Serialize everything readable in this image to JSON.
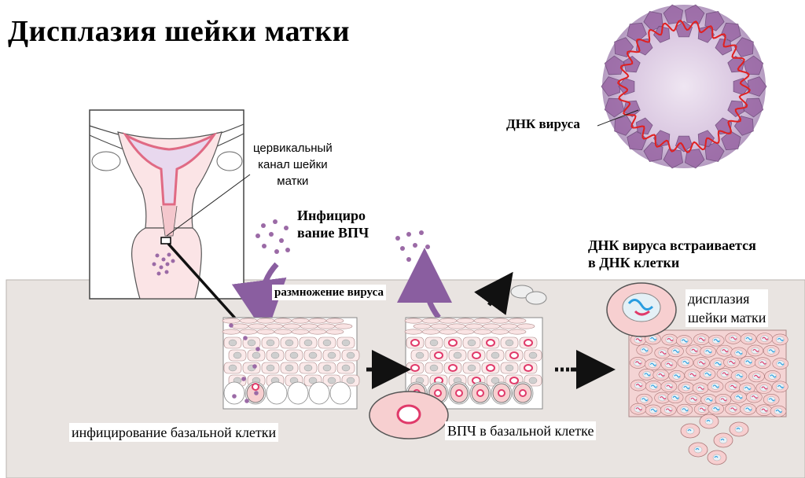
{
  "title": "Дисплазия шейки матки",
  "labels": {
    "canal": [
      "цервикальный",
      "канал шейки",
      "матки"
    ],
    "infection": [
      "Инфициро",
      "вание ВПЧ"
    ],
    "virus_dna": "ДНК вируса",
    "replication": "размножение вируса",
    "integration": [
      "ДНК вируса встраивается",
      "в ДНК клетки"
    ],
    "dysplasia": [
      "дисплазия",
      "шейки матки"
    ],
    "basal_infection": "инфицирование базальной клетки",
    "hpv_basal": "ВПЧ в базальной клетке"
  },
  "colors": {
    "panel": "#e9e4e1",
    "cell_fill": "#f7cfd0",
    "cell_nucleus": "#e03a6a",
    "virus": "#9b6aa6",
    "virus_core": "#d9c6e0",
    "virus_dna": "#e02020",
    "dna_blue": "#2a9de0",
    "gray_nucleus": "#cfcfcf",
    "arrow_purple": "#8a5ea0"
  }
}
